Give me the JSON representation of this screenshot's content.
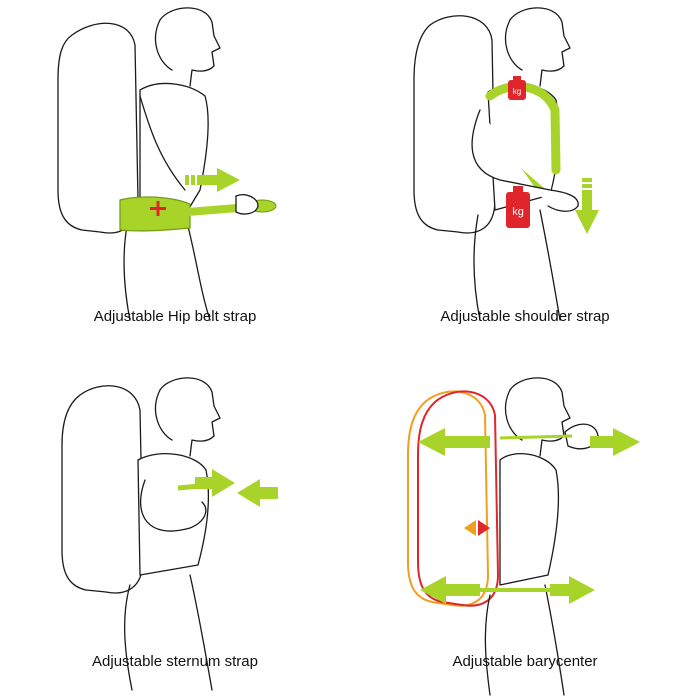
{
  "panels": [
    {
      "caption": "Adjustable Hip belt strap",
      "icons": [
        "arrow-right-icon",
        "plus-icon"
      ]
    },
    {
      "caption": "Adjustable shoulder strap",
      "icons": [
        "weight-icon",
        "arrow-down-icon"
      ],
      "weight_label": "kg"
    },
    {
      "caption": "Adjustable sternum strap",
      "icons": [
        "arrow-right-icon",
        "arrow-left-icon"
      ]
    },
    {
      "caption": "Adjustable barycenter",
      "icons": [
        "double-arrow-icon",
        "triangle-icon"
      ]
    }
  ],
  "colors": {
    "accent_green": "#a8d42a",
    "dark_green": "#6f9a12",
    "weight_red": "#e0262b",
    "orange": "#f0a020"
  }
}
